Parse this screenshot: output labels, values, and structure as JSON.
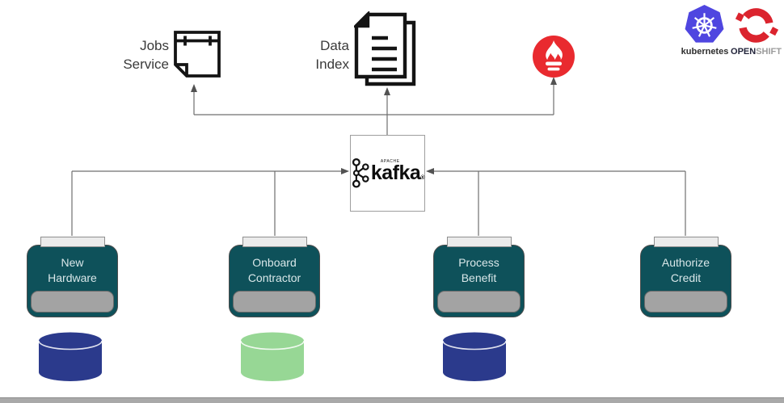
{
  "diagram": {
    "top_services": {
      "jobs_service": {
        "line1": "Jobs",
        "line2": "Service"
      },
      "data_index": {
        "line1": "Data",
        "line2": "Index"
      }
    },
    "kafka": {
      "apache": "APACHE",
      "name": "kafka",
      "reg": "®"
    },
    "process_boxes": [
      {
        "line1": "New",
        "line2": "Hardware"
      },
      {
        "line1": "Onboard",
        "line2": "Contractor"
      },
      {
        "line1": "Process",
        "line2": "Benefit"
      },
      {
        "line1": "Authorize",
        "line2": "Credit"
      }
    ],
    "databases": [
      {
        "color": "#2b3a8c"
      },
      {
        "color": "#97d795"
      },
      {
        "color": "#2b3a8c"
      }
    ],
    "platform": {
      "kubernetes": "kubernetes",
      "openshift_open": "OPEN",
      "openshift_shift": "SHIFT"
    },
    "icons": {
      "jobs_service": "note-calendar-icon",
      "data_index": "documents-icon",
      "monitoring": "prometheus-icon",
      "kubernetes": "kubernetes-helm-icon",
      "openshift": "openshift-ring-icon",
      "kafka": "kafka-nodes-icon",
      "databases": "database-cylinder-icon"
    },
    "colors": {
      "process_box_teal": "#0e515a",
      "process_box_text": "#d9e7e9",
      "tab_fill": "#ebebeb",
      "inner_bar_gray": "#a3a3a3",
      "connector_gray": "#6f6f6f",
      "prometheus_red": "#e92a2f",
      "openshift_red": "#db242e",
      "kubernetes_purple": "#4f46e0",
      "database_navy": "#2b3a8c",
      "database_green": "#97d795"
    }
  }
}
